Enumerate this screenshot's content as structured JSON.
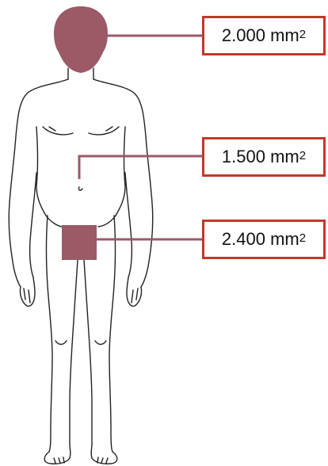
{
  "colors": {
    "region": "#9b5a66",
    "callout_border": "#c0392b",
    "leader_line": "#9b5a66",
    "outline": "#222222"
  },
  "callouts": [
    {
      "id": "head",
      "region": "head",
      "value": "2.000",
      "unit": "mm",
      "exponent": "2"
    },
    {
      "id": "abdomen",
      "region": "abdomen",
      "value": "1.500",
      "unit": "mm",
      "exponent": "2"
    },
    {
      "id": "genital",
      "region": "genital",
      "value": "2.400",
      "unit": "mm",
      "exponent": "2"
    }
  ]
}
